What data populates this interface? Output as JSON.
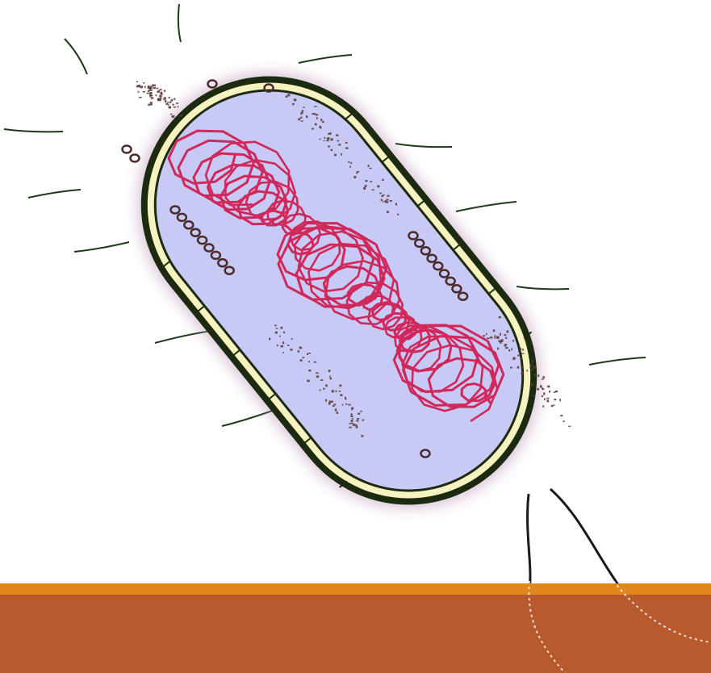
{
  "scene": {
    "subject": "bacterium-illustration",
    "background_color": "#ffffff"
  },
  "footer": {
    "stripe_color": "#e0861a",
    "band_color": "#b85a2e"
  },
  "cell": {
    "outline_color": "#1c2a10",
    "wall_color": "#f7f3c0",
    "cytoplasm_color": "#c8caf6",
    "halo_color": "#b58bb0",
    "pili_color": "#1c3a18",
    "nucleoid_color": "#d0285a",
    "ribosome_color": "#4a2a2a",
    "granule_color": "#5a3a3a",
    "flagella_color": "#1a1a1a",
    "pili_count": 12,
    "flagella_count": 2,
    "ribosome_groups": 5,
    "granule_clusters": 4
  }
}
